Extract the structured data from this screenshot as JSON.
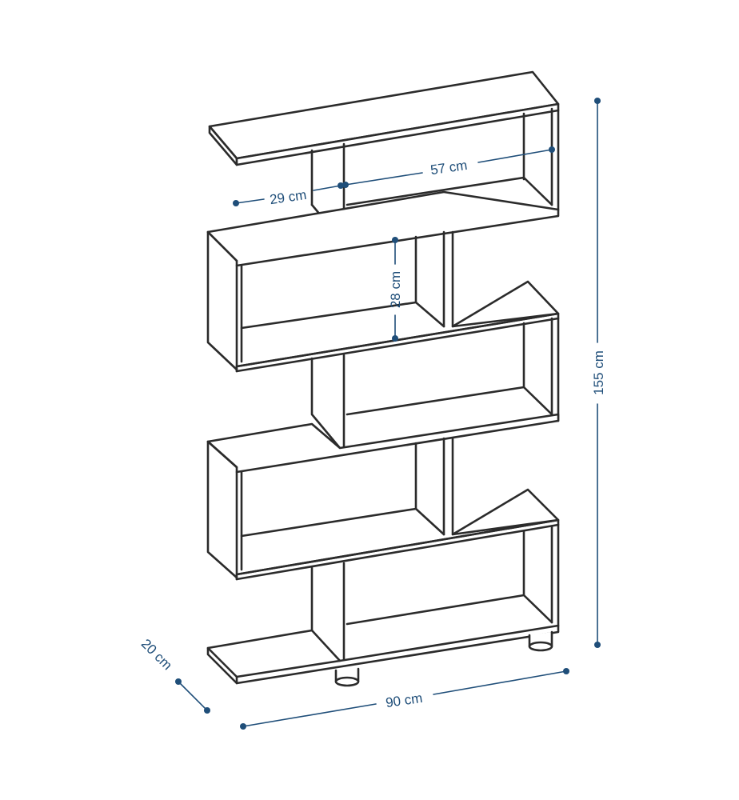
{
  "colors": {
    "outline": "#2b2b2b",
    "dimension": "#1f4e79",
    "background": "#ffffff"
  },
  "dimensions": {
    "compartment_width_inner": "57 cm",
    "divider_offset": "29 cm",
    "shelf_height": "28 cm",
    "total_height": "155 cm",
    "total_width": "90 cm",
    "depth": "20 cm"
  }
}
